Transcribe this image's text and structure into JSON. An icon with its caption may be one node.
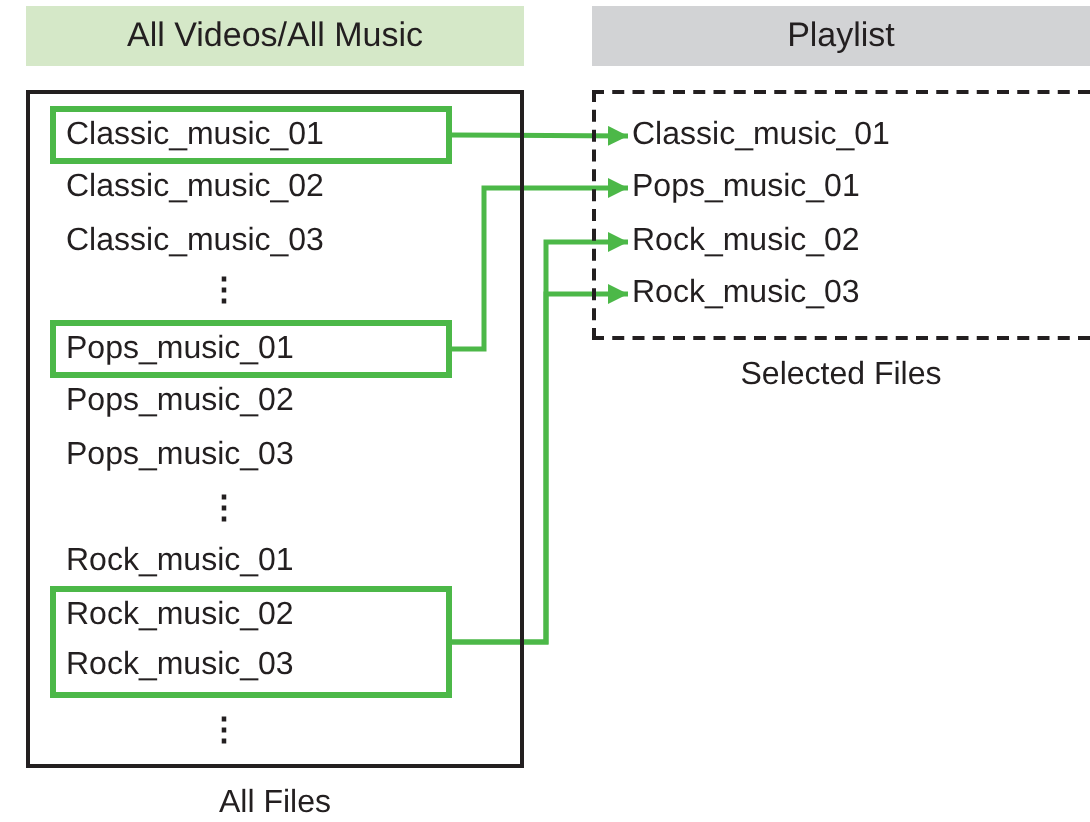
{
  "diagram": {
    "nodes": [
      {
        "text": [
          "All Videos/All Music"
        ]
      },
      {
        "text": [
          "Playlist"
        ]
      },
      {
        "text": [
          "All Files"
        ]
      },
      {
        "text": [
          "Classic_music_01"
        ],
        "in": 2
      },
      {
        "text": [
          "Pops_music_01"
        ],
        "in": 2
      },
      {
        "text": [
          "Rock_music_02",
          "Rock_music_03"
        ],
        "in": 2
      },
      {
        "text": [
          "Selected Files"
        ]
      },
      {
        "text": [
          "Classic_music_01"
        ],
        "in": 6
      },
      {
        "text": [
          "Pops_music_01"
        ],
        "in": 6
      },
      {
        "text": [
          "Rock_music_02"
        ],
        "in": 6
      },
      {
        "text": [
          "Rock_music_03"
        ],
        "in": 6
      }
    ],
    "edges": [
      {
        "from": 3,
        "to": 7,
        "arrow": "to"
      },
      {
        "from": 4,
        "to": 8,
        "arrow": "to"
      },
      {
        "from": 5,
        "to": 9,
        "arrow": "to"
      },
      {
        "from": 5,
        "to": 10,
        "arrow": "to"
      }
    ],
    "labels": [
      "Classic_music_02",
      "Classic_music_03",
      "⋮",
      "Pops_music_02",
      "Pops_music_03",
      "⋮",
      "Rock_music_01",
      "⋮"
    ]
  }
}
